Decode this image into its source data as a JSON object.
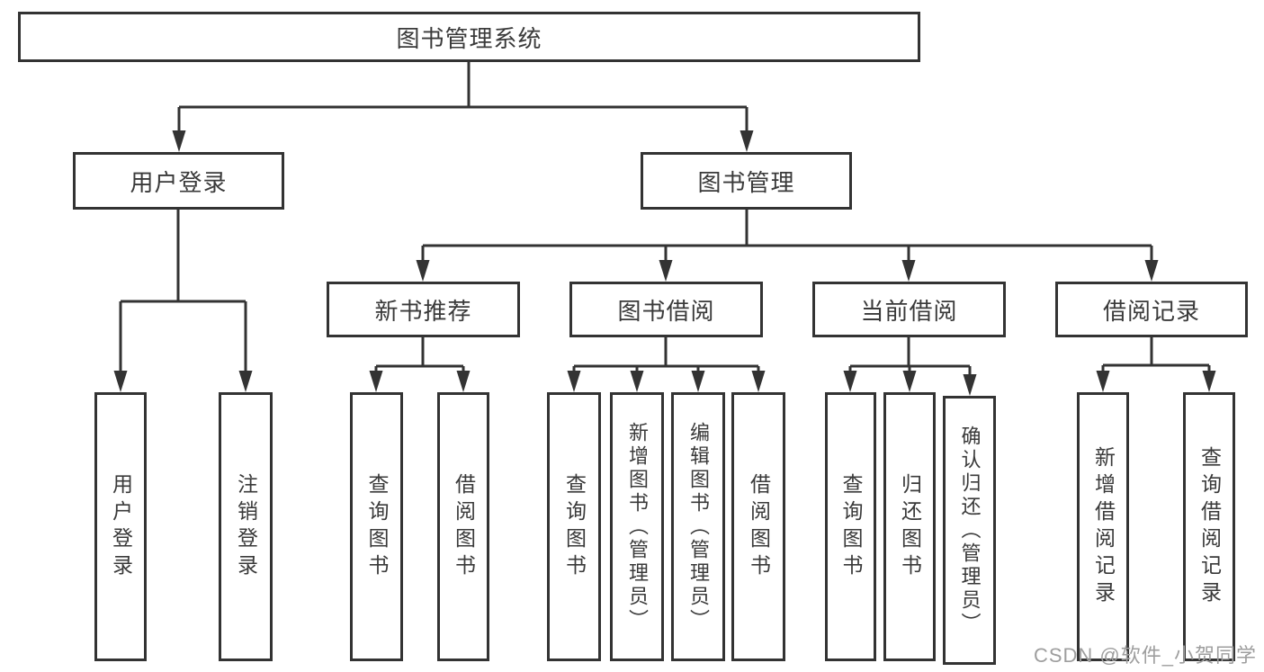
{
  "nodes": {
    "root": "图书管理系统",
    "user_login": "用户登录",
    "book_management": "图书管理",
    "new_book_recommend": "新书推荐",
    "book_borrow": "图书借阅",
    "current_borrow": "当前借阅",
    "borrow_records": "借阅记录",
    "ul_user_login": "用户登录",
    "ul_logout": "注销登录",
    "nb_query_books": "查询图书",
    "nb_borrow_books": "借阅图书",
    "bb_query_books": "查询图书",
    "bb_add_books": "新增图书（管理员）",
    "bb_edit_books": "编辑图书（管理员）",
    "bb_borrow_books": "借阅图书",
    "cb_query_books": "查询图书",
    "cb_return_books": "归还图书",
    "cb_confirm_return": "确认归还（管理员）",
    "br_add_record": "新增借阅记录",
    "br_query_record": "查询借阅记录"
  },
  "watermark": "CSDN @软件_小贺同学",
  "colors": {
    "line": "#333333",
    "text": "#3a3a3a",
    "background": "#ffffff",
    "watermark": "#9e9e9e"
  }
}
